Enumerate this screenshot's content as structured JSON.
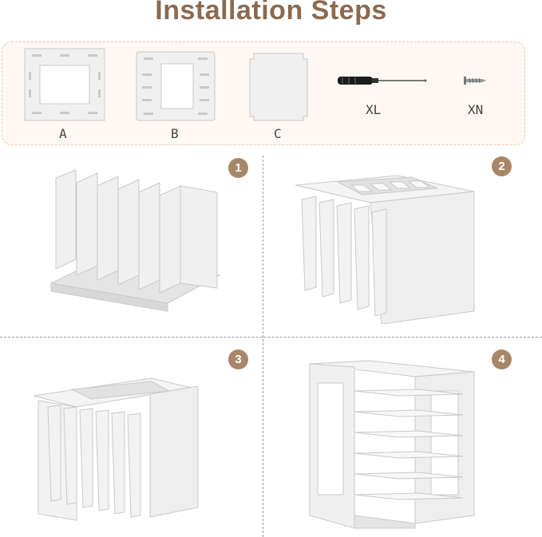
{
  "title": "Installation Steps",
  "colors": {
    "accent": "#8b6a50",
    "badge": "#a88668",
    "panel": "#f0f0f0",
    "panel_edge": "#c9c9c9",
    "parts_bg": "#fdf8f3",
    "parts_border": "#e3cdb8"
  },
  "parts": [
    {
      "label": "A",
      "icon": "panel-a-icon"
    },
    {
      "label": "B",
      "icon": "panel-b-icon"
    },
    {
      "label": "C",
      "icon": "panel-c-icon"
    },
    {
      "label": "XL",
      "icon": "screwdriver-icon"
    },
    {
      "label": "XN",
      "icon": "screw-icon"
    }
  ],
  "steps": [
    {
      "number": "1"
    },
    {
      "number": "2"
    },
    {
      "number": "3"
    },
    {
      "number": "4"
    }
  ]
}
